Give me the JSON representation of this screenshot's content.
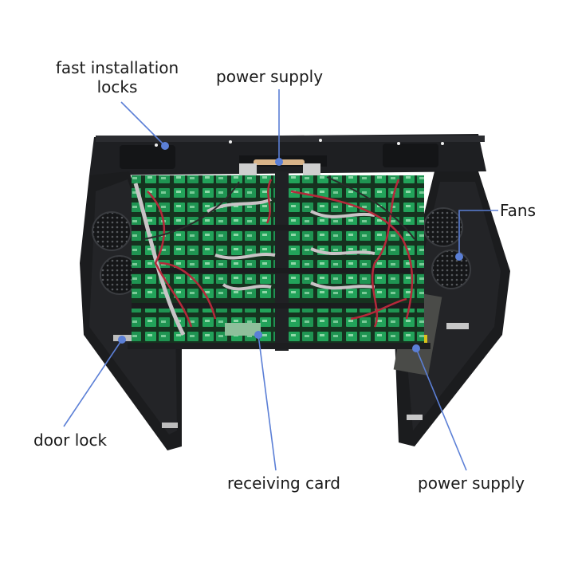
{
  "figure": {
    "subject": "LED display cabinet (rear view, doors open)",
    "callouts": [
      {
        "id": "fast-installation-locks",
        "text_line1": "fast installation",
        "text_line2": "locks"
      },
      {
        "id": "power-supply-top",
        "text": "power supply"
      },
      {
        "id": "fans",
        "text": "Fans"
      },
      {
        "id": "door-lock",
        "text": "door lock"
      },
      {
        "id": "receiving-card",
        "text": "receiving card"
      },
      {
        "id": "power-supply-bottom",
        "text": "power supply"
      }
    ]
  },
  "colors": {
    "leader_line": "#5b7fd6",
    "cabinet": "#1c1d1f",
    "pcb_green": "#1f9c55",
    "wire_red": "#b5283a",
    "ribbon_cable": "#c9c3c6",
    "label_text": "#1a1a1a",
    "background": "#ffffff"
  }
}
